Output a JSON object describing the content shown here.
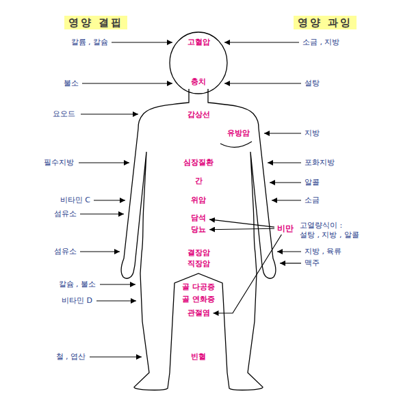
{
  "diagram": {
    "nodes": [
      {
        "text": [
          "담석"
        ]
      },
      {
        "text": [
          "비만"
        ]
      },
      {
        "text": [
          "당뇨"
        ]
      },
      {
        "text": [
          "관절염"
        ]
      }
    ],
    "edges": [
      {
        "from": 1,
        "to": 0,
        "arrow": "to"
      },
      {
        "from": 1,
        "to": 2,
        "arrow": "to"
      },
      {
        "from": 1,
        "to": 3,
        "arrow": "to"
      }
    ],
    "labels": [
      "영양 결핍",
      "영양 과잉",
      "칼륨 , 칼슘",
      "고혈압",
      "소금 , 지방",
      "불소",
      "충치",
      "설탕",
      "요오드",
      "갑상선",
      "유방암",
      "지방",
      "필수지방",
      "심장질환",
      "포화지방",
      "간",
      "알콜",
      "비타민 C",
      "위암",
      "소금",
      "섬유소",
      "고열량식이 : 설탕 , 지방 , 알콜",
      "섬유소",
      "결장암",
      "지방 , 육류",
      "직장암",
      "맥주",
      "칼슘 , 불소",
      "골 다공증",
      "비타민 D",
      "골 연화증",
      "철 , 엽산",
      "빈혈"
    ]
  }
}
